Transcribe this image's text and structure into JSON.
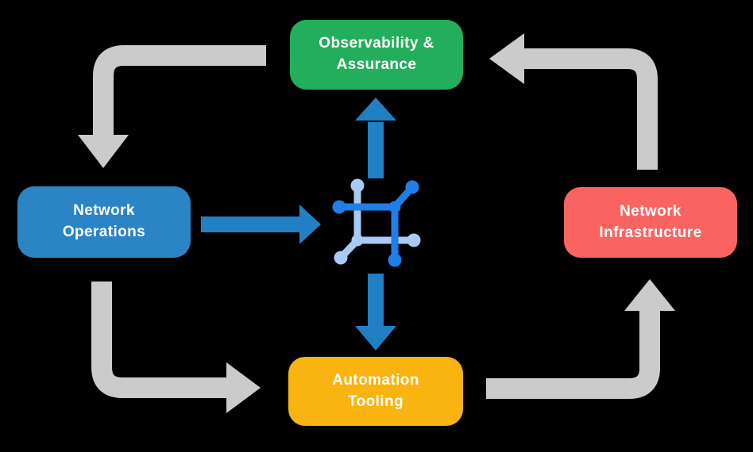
{
  "diagram": {
    "nodes": {
      "observability": {
        "label": "Observability &\nAssurance",
        "color": "#23AE5B"
      },
      "operations": {
        "label": "Network\nOperations",
        "color": "#2A84C6"
      },
      "infrastructure": {
        "label": "Network\nInfrastructure",
        "color": "#F96461"
      },
      "automation": {
        "label": "Automation\nTooling",
        "color": "#F9B411"
      }
    },
    "colors": {
      "background": "#000000",
      "cycle_arrow": "#CBCBCB",
      "flow_arrow": "#2180C3",
      "icon_primary": "#1F7FE8",
      "icon_secondary": "#A8CAF4",
      "text": "#FFFFFF"
    },
    "center_icon": {
      "name": "network-mesh-icon"
    },
    "edges": [
      {
        "from": "observability",
        "to": "operations",
        "style": "cycle"
      },
      {
        "from": "operations",
        "to": "automation",
        "style": "cycle"
      },
      {
        "from": "automation",
        "to": "infrastructure",
        "style": "cycle"
      },
      {
        "from": "infrastructure",
        "to": "observability",
        "style": "cycle"
      },
      {
        "from": "operations",
        "to": "network-mesh-icon",
        "style": "flow"
      },
      {
        "from": "network-mesh-icon",
        "to": "observability",
        "style": "flow"
      },
      {
        "from": "network-mesh-icon",
        "to": "automation",
        "style": "flow"
      }
    ]
  }
}
